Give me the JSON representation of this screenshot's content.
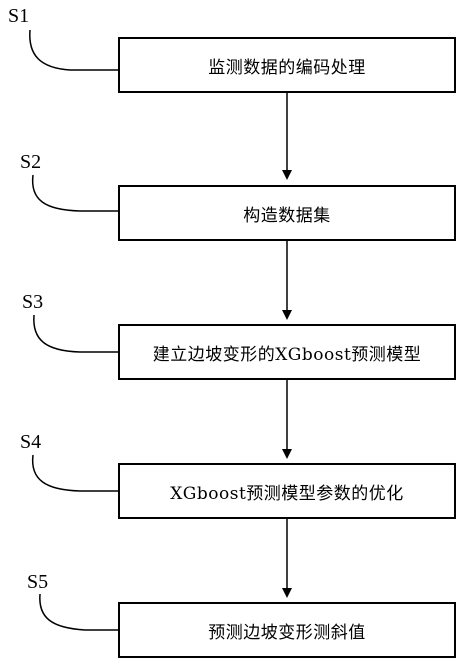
{
  "steps": [
    {
      "label": "S1",
      "text": "监测数据的编码处理"
    },
    {
      "label": "S2",
      "text": "构造数据集"
    },
    {
      "label": "S3",
      "text": "建立边坡变形的XGboost预测模型"
    },
    {
      "label": "S4",
      "text": "XGboost预测模型参数的优化"
    },
    {
      "label": "S5",
      "text": "预测边坡变形测斜值"
    }
  ]
}
